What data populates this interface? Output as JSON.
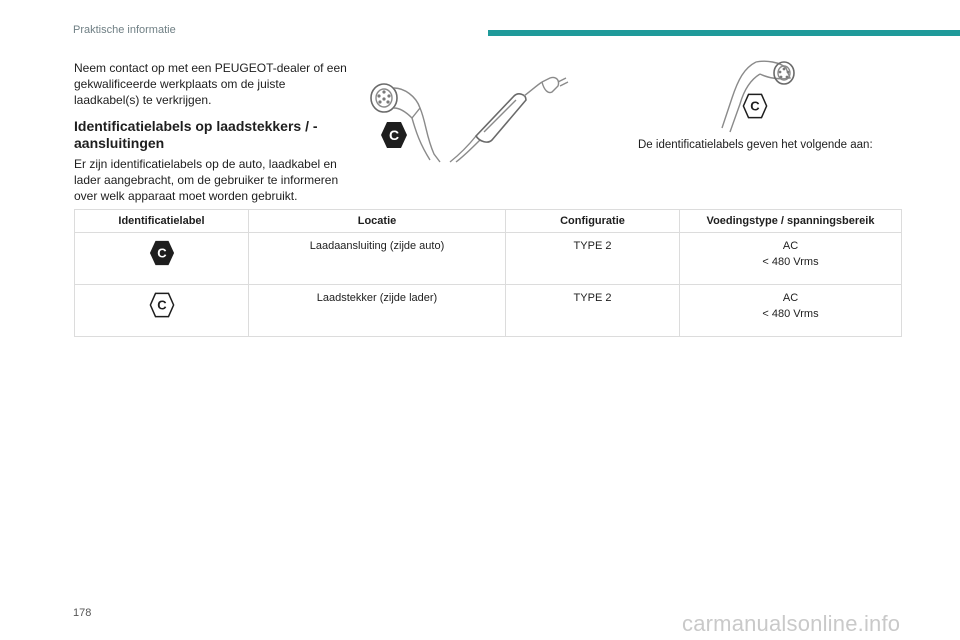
{
  "header": {
    "section_title": "Praktische informatie"
  },
  "colors": {
    "accent": "#1f9a9a",
    "label_dark": "#1e1e1e"
  },
  "intro": "Neem contact op met een PEUGEOT-dealer of een gekwalificeerde werkplaats om de juiste laadkabel(s) te verkrijgen.",
  "heading": "Identificatielabels op laadstekkers / -aansluitingen",
  "body": "Er zijn identificatielabels op de auto, laadkabel en lader aangebracht, om de gebruiker te informeren over welk apparaat moet worden gebruikt.",
  "illustrations": {
    "label_letter": "C",
    "legend": "De identificatielabels geven het volgende aan:"
  },
  "table": {
    "headers": [
      "Identificatielabel",
      "Locatie",
      "Configuratie",
      "Voedingstype / spanningsbereik"
    ],
    "rows": [
      {
        "icon": "label-c-filled-icon",
        "letter": "C",
        "location": "Laadaansluiting (zijde auto)",
        "configuration": "TYPE 2",
        "supply_line1": "AC",
        "supply_line2": "< 480 Vrms"
      },
      {
        "icon": "label-c-outline-icon",
        "letter": "C",
        "location": "Laadstekker (zijde lader)",
        "configuration": "TYPE 2",
        "supply_line1": "AC",
        "supply_line2": "< 480 Vrms"
      }
    ]
  },
  "footer": {
    "page_number": "178",
    "watermark": "carmanualsonline.info"
  }
}
